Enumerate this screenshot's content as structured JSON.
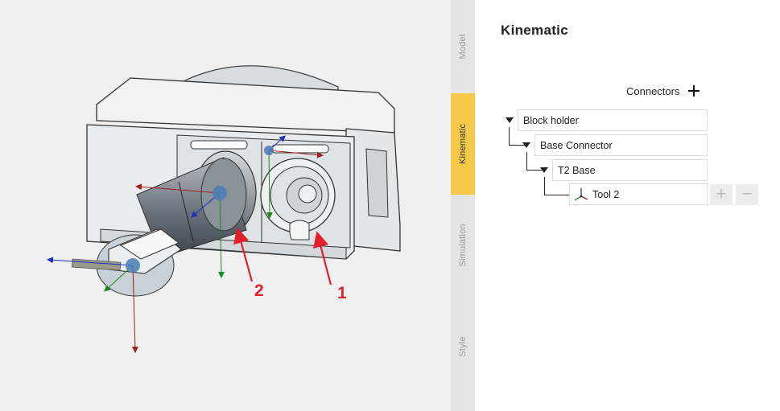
{
  "viewport": {
    "annotations": [
      "2",
      "1"
    ]
  },
  "side_tabs": [
    {
      "label": "Model",
      "active": false
    },
    {
      "label": "Kinematic",
      "active": true
    },
    {
      "label": "Simulation",
      "active": false
    },
    {
      "label": "Style",
      "active": false
    }
  ],
  "panel": {
    "title": "Kinematic",
    "connectors_label": "Connectors",
    "tree": [
      {
        "label": "Block holder",
        "icon": "caret-down-icon"
      },
      {
        "label": "Base Connector",
        "icon": "caret-down-icon"
      },
      {
        "label": "T2 Base",
        "icon": "caret-down-icon"
      },
      {
        "label": "Tool 2",
        "icon": "axes-icon"
      }
    ],
    "add_symbol": "+",
    "remove_symbol": "−"
  },
  "colors": {
    "accent_tab": "#f7c948",
    "annotation_red": "#e0202a",
    "axis_x": "#a11e1e",
    "axis_y": "#1a8a1a",
    "axis_z": "#1f2fc0"
  }
}
